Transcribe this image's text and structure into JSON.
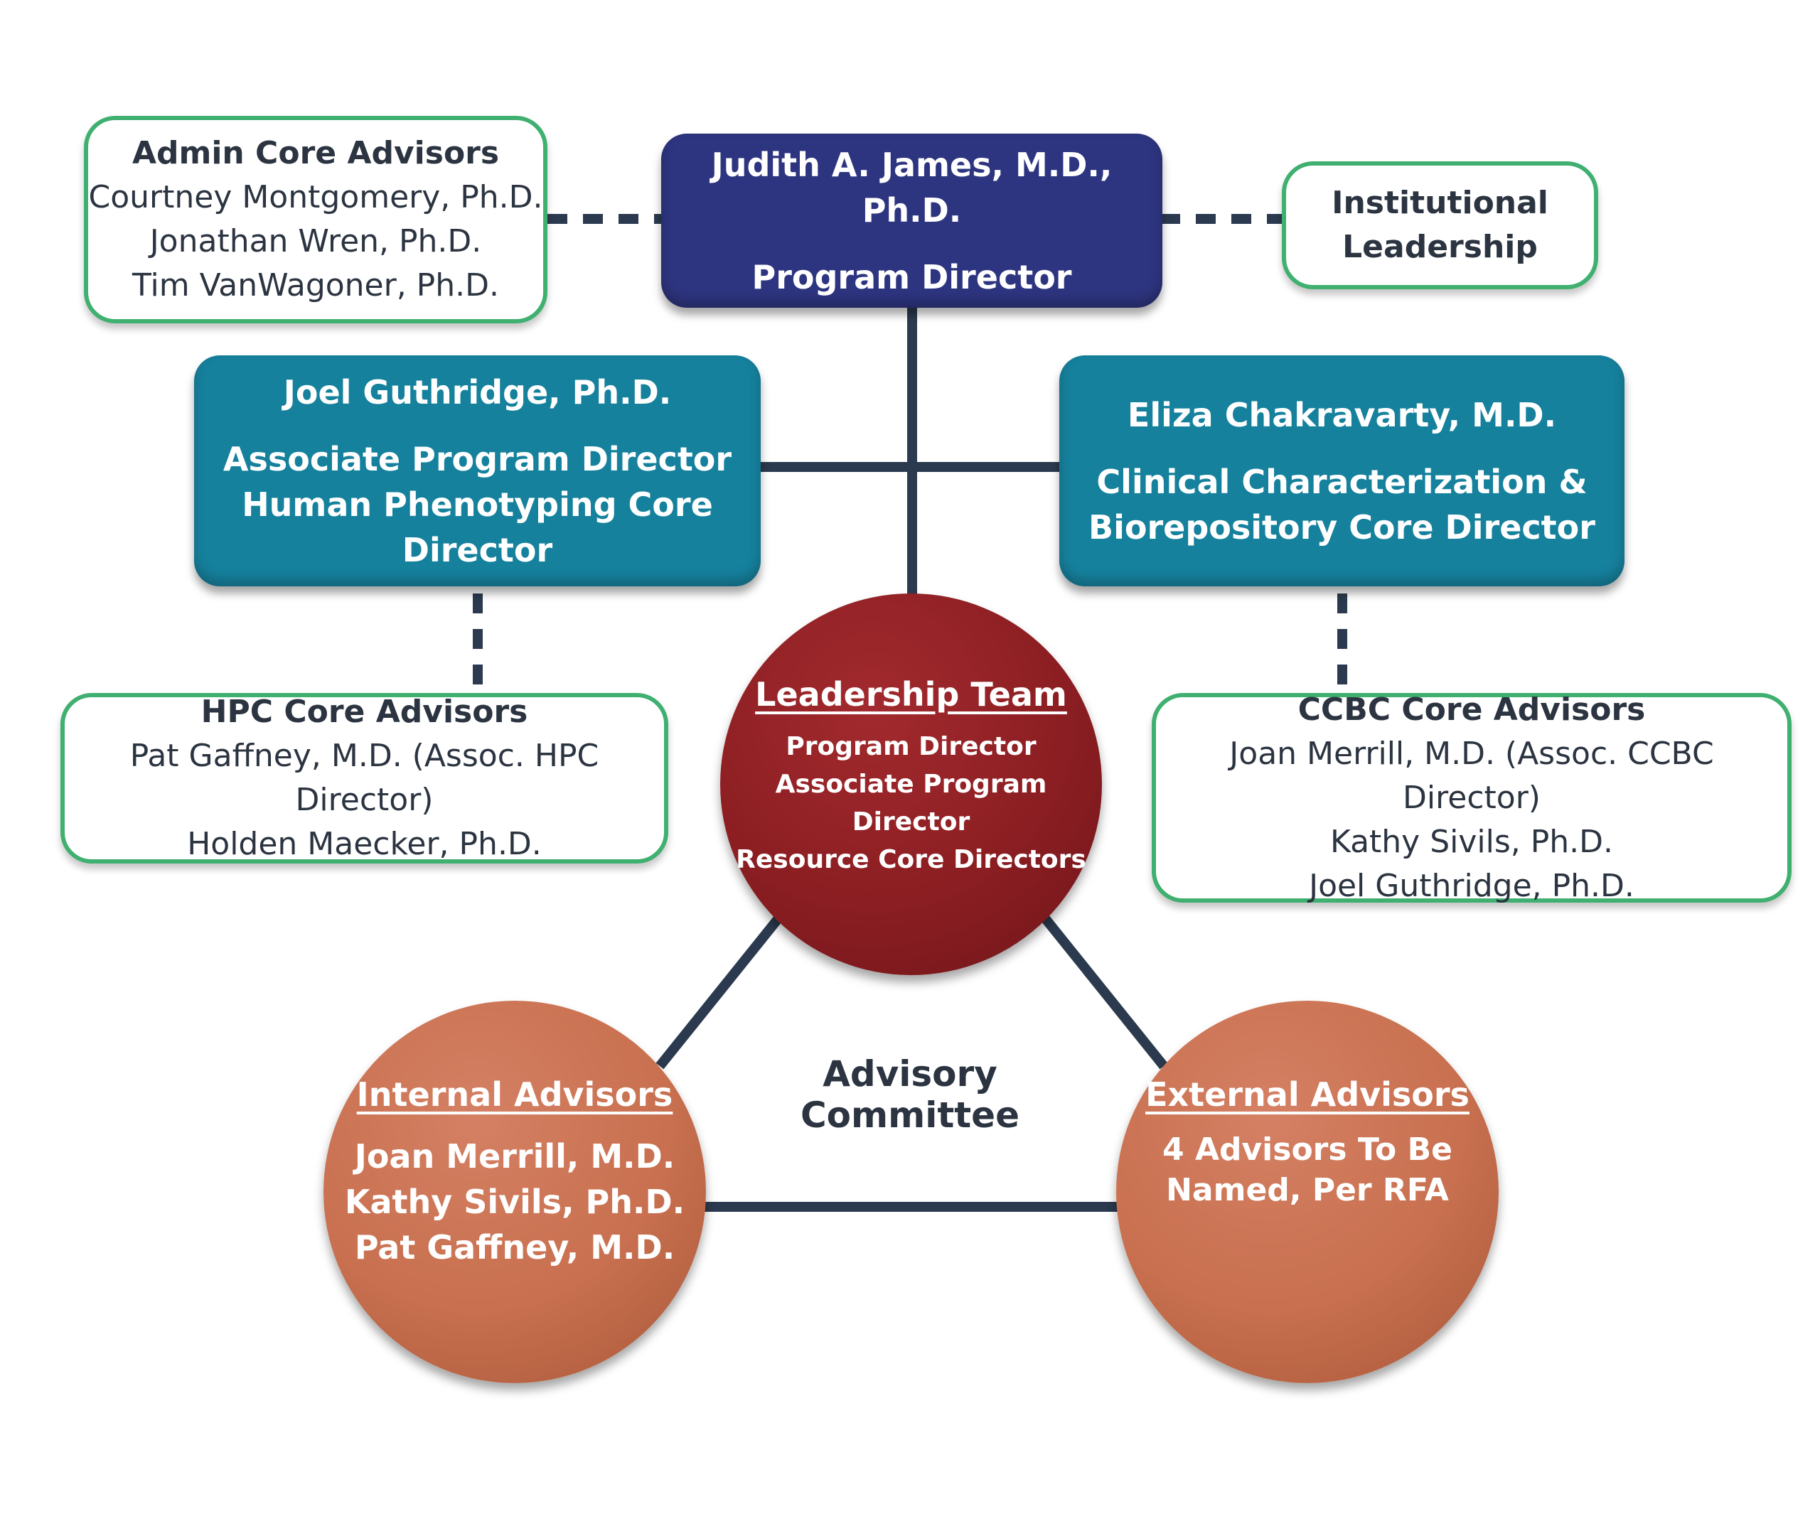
{
  "program_director": {
    "name": "Judith A. James, M.D., Ph.D.",
    "role": "Program Director"
  },
  "admin_core_advisors": {
    "title": "Admin Core Advisors",
    "members": [
      "Courtney Montgomery, Ph.D.",
      "Jonathan Wren, Ph.D.",
      "Tim VanWagoner, Ph.D."
    ]
  },
  "institutional_leadership": {
    "line1": "Institutional",
    "line2": "Leadership"
  },
  "hpc_director": {
    "name": "Joel Guthridge, Ph.D.",
    "role_line1": "Associate Program Director",
    "role_line2": "Human Phenotyping Core Director"
  },
  "ccbc_director": {
    "name": "Eliza Chakravarty, M.D.",
    "role_line1": "Clinical Characterization &",
    "role_line2": "Biorepository Core Director"
  },
  "hpc_core_advisors": {
    "title": "HPC Core Advisors",
    "members": [
      "Pat Gaffney, M.D. (Assoc. HPC Director)",
      "Holden Maecker, Ph.D."
    ]
  },
  "ccbc_core_advisors": {
    "title": "CCBC Core Advisors",
    "members": [
      "Joan Merrill, M.D. (Assoc. CCBC Director)",
      "Kathy Sivils, Ph.D.",
      "Joel Guthridge, Ph.D."
    ]
  },
  "leadership_team": {
    "title": "Leadership Team",
    "members": [
      "Program Director",
      "Associate Program Director",
      "Resource Core Directors"
    ]
  },
  "advisory_committee": {
    "label": "Advisory Committee"
  },
  "internal_advisors": {
    "title": "Internal Advisors",
    "members": [
      "Joan Merrill, M.D.",
      "Kathy Sivils, Ph.D.",
      "Pat Gaffney, M.D."
    ]
  },
  "external_advisors": {
    "title": "External Advisors",
    "line1": "4 Advisors To Be",
    "line2": "Named, Per RFA"
  },
  "colors": {
    "director_box": "#2e3580",
    "core_box": "#16819d",
    "advisor_border": "#3fb070",
    "leadership_circle": "#8b1e22",
    "advisor_circle": "#c8704f",
    "connector": "#2b3a4e"
  }
}
